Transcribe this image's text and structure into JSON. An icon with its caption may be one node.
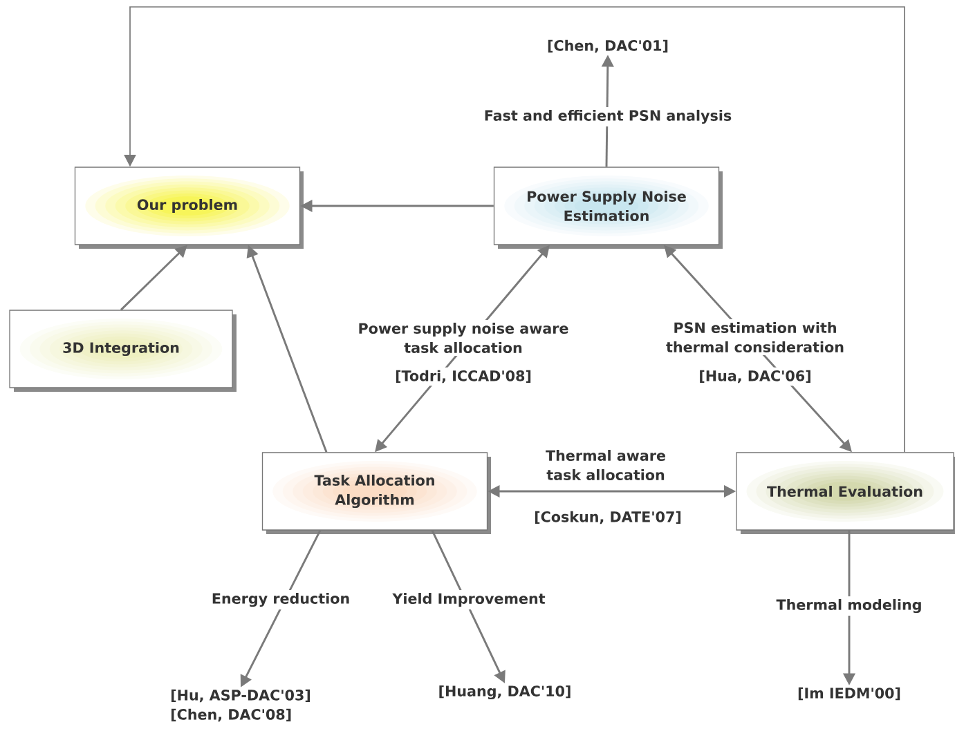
{
  "diagram": {
    "nodes": [
      {
        "text": [
          "Our problem"
        ]
      },
      {
        "text": [
          "Power Supply Noise Estimation"
        ]
      },
      {
        "text": [
          "3D Integration"
        ]
      },
      {
        "text": [
          "Task Allocation Algorithm"
        ]
      },
      {
        "text": [
          "Thermal Evaluation"
        ]
      },
      {
        "text": [
          "[Chen, DAC'01]"
        ]
      },
      {
        "text": [
          "[Hu, ASP-DAC'03]",
          "[Chen, DAC'08]"
        ]
      },
      {
        "text": [
          "[Huang, DAC'10]"
        ]
      },
      {
        "text": [
          "[Im IEDM'00]"
        ]
      }
    ],
    "edges": [
      {
        "from": 1,
        "to": 5,
        "arrow": "to",
        "label": "Fast and efficient PSN analysis"
      },
      {
        "from": 1,
        "to": 0,
        "arrow": "to"
      },
      {
        "from": 2,
        "to": 0,
        "arrow": "to"
      },
      {
        "from": 3,
        "to": 0,
        "arrow": "to"
      },
      {
        "from": 3,
        "to": 1,
        "arrow": "both",
        "label": "Power supply noise aware task allocation"
      },
      {
        "from": 1,
        "to": 4,
        "arrow": "both",
        "label": "PSN estimation with thermal consideration"
      },
      {
        "from": 3,
        "to": 4,
        "arrow": "both",
        "label": "Thermal aware task allocation"
      },
      {
        "from": 3,
        "to": 6,
        "arrow": "to",
        "label": "Energy reduction"
      },
      {
        "from": 3,
        "to": 7,
        "arrow": "to",
        "label": "Yield Improvement"
      },
      {
        "from": 4,
        "to": 8,
        "arrow": "to",
        "label": "Thermal modeling"
      },
      {
        "from": 4,
        "to": 0,
        "arrow": "to"
      }
    ],
    "labels": [
      "[Todri, ICCAD'08]",
      "[Hua, DAC'06]",
      "[Coskun, DATE'07]"
    ]
  }
}
